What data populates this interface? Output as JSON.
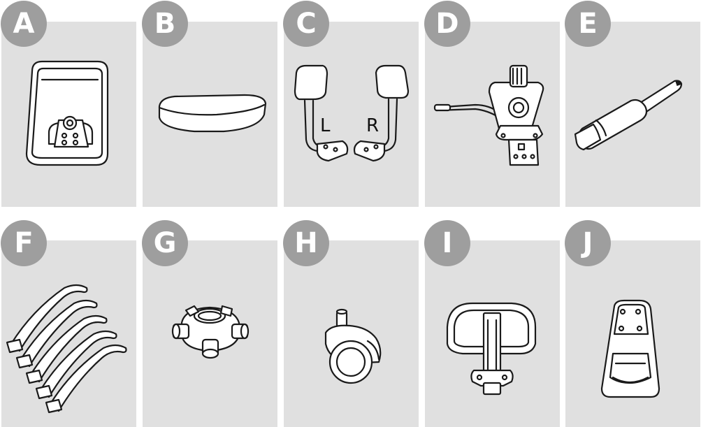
{
  "parts": [
    {
      "letter": "A",
      "icon": "backrest-frame-icon"
    },
    {
      "letter": "B",
      "icon": "seat-cushion-icon"
    },
    {
      "letter": "C",
      "icon": "armrests-icon",
      "labels": {
        "left": "L",
        "right": "R"
      }
    },
    {
      "letter": "D",
      "icon": "tilt-mechanism-icon"
    },
    {
      "letter": "E",
      "icon": "gas-cylinder-icon"
    },
    {
      "letter": "F",
      "icon": "base-legs-icon"
    },
    {
      "letter": "G",
      "icon": "base-hub-icon"
    },
    {
      "letter": "H",
      "icon": "caster-wheel-icon"
    },
    {
      "letter": "I",
      "icon": "headrest-bracket-icon"
    },
    {
      "letter": "J",
      "icon": "lumbar-bracket-icon"
    }
  ],
  "colors": {
    "panel": "#e0e0e0",
    "badge": "#9e9e9e",
    "badge_text": "#ffffff",
    "line": "#1a1a1a"
  }
}
